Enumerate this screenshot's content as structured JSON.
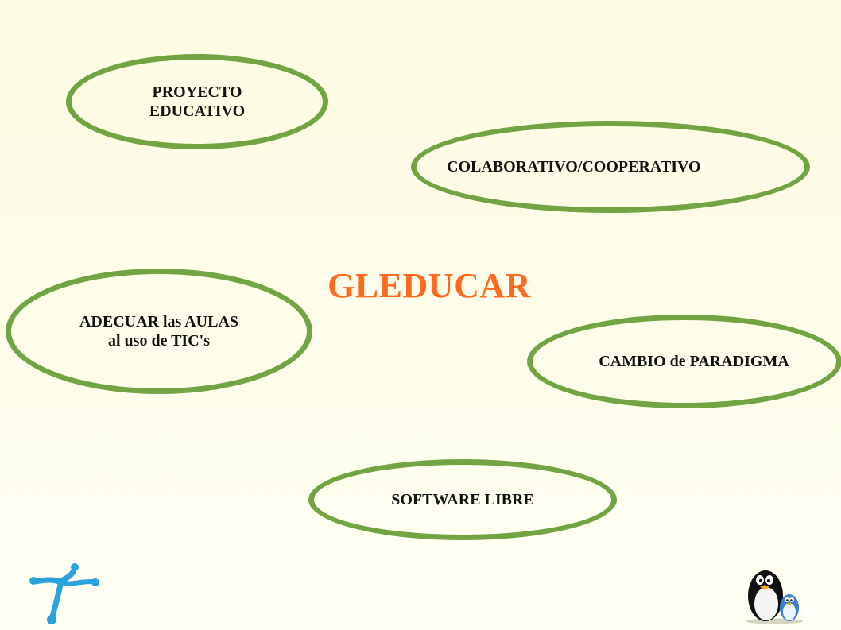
{
  "title": "GLEDUCAR",
  "bubbles": {
    "proyecto": [
      "PROYECTO",
      "EDUCATIVO"
    ],
    "colaborativo": [
      "COLABORATIVO/COOPERATIVO"
    ],
    "adecuar": [
      "ADECUAR las AULAS",
      "al uso de TIC's"
    ],
    "cambio": [
      "CAMBIO de PARADIGMA"
    ],
    "software": [
      "SOFTWARE LIBRE"
    ]
  },
  "colors": {
    "ellipse_border": "#72a444",
    "title": "#ff6a1f",
    "logo": "#2aa3dc"
  },
  "icons": {
    "bottom_left": "gleducar-logo-icon",
    "bottom_right": "tux-penguins-icon"
  }
}
